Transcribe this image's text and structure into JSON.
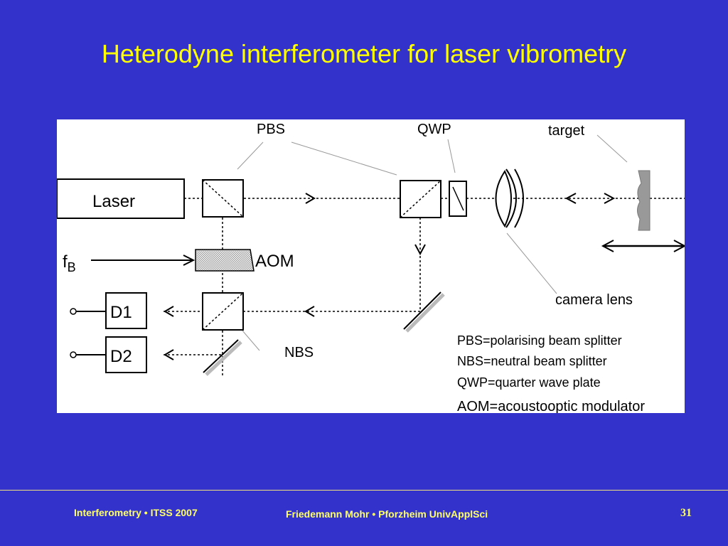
{
  "slide": {
    "title": "Heterodyne interferometer for laser vibrometry"
  },
  "diagram": {
    "labels": {
      "pbs": "PBS",
      "qwp": "QWP",
      "target": "target",
      "laser": "Laser",
      "f_main": "f",
      "f_sub": "B",
      "aom": "AOM",
      "camera_lens": "camera lens",
      "d1": "D1",
      "d2": "D2",
      "nbs": "NBS"
    },
    "legend": [
      "PBS=polarising beam splitter",
      "NBS=neutral beam splitter",
      "QWP=quarter wave plate",
      "AOM=acoustooptic modulator"
    ]
  },
  "footer": {
    "left": "Interferometry • ITSS 2007",
    "center": "Friedemann Mohr • Pforzheim UnivApplSci",
    "page": "31"
  }
}
